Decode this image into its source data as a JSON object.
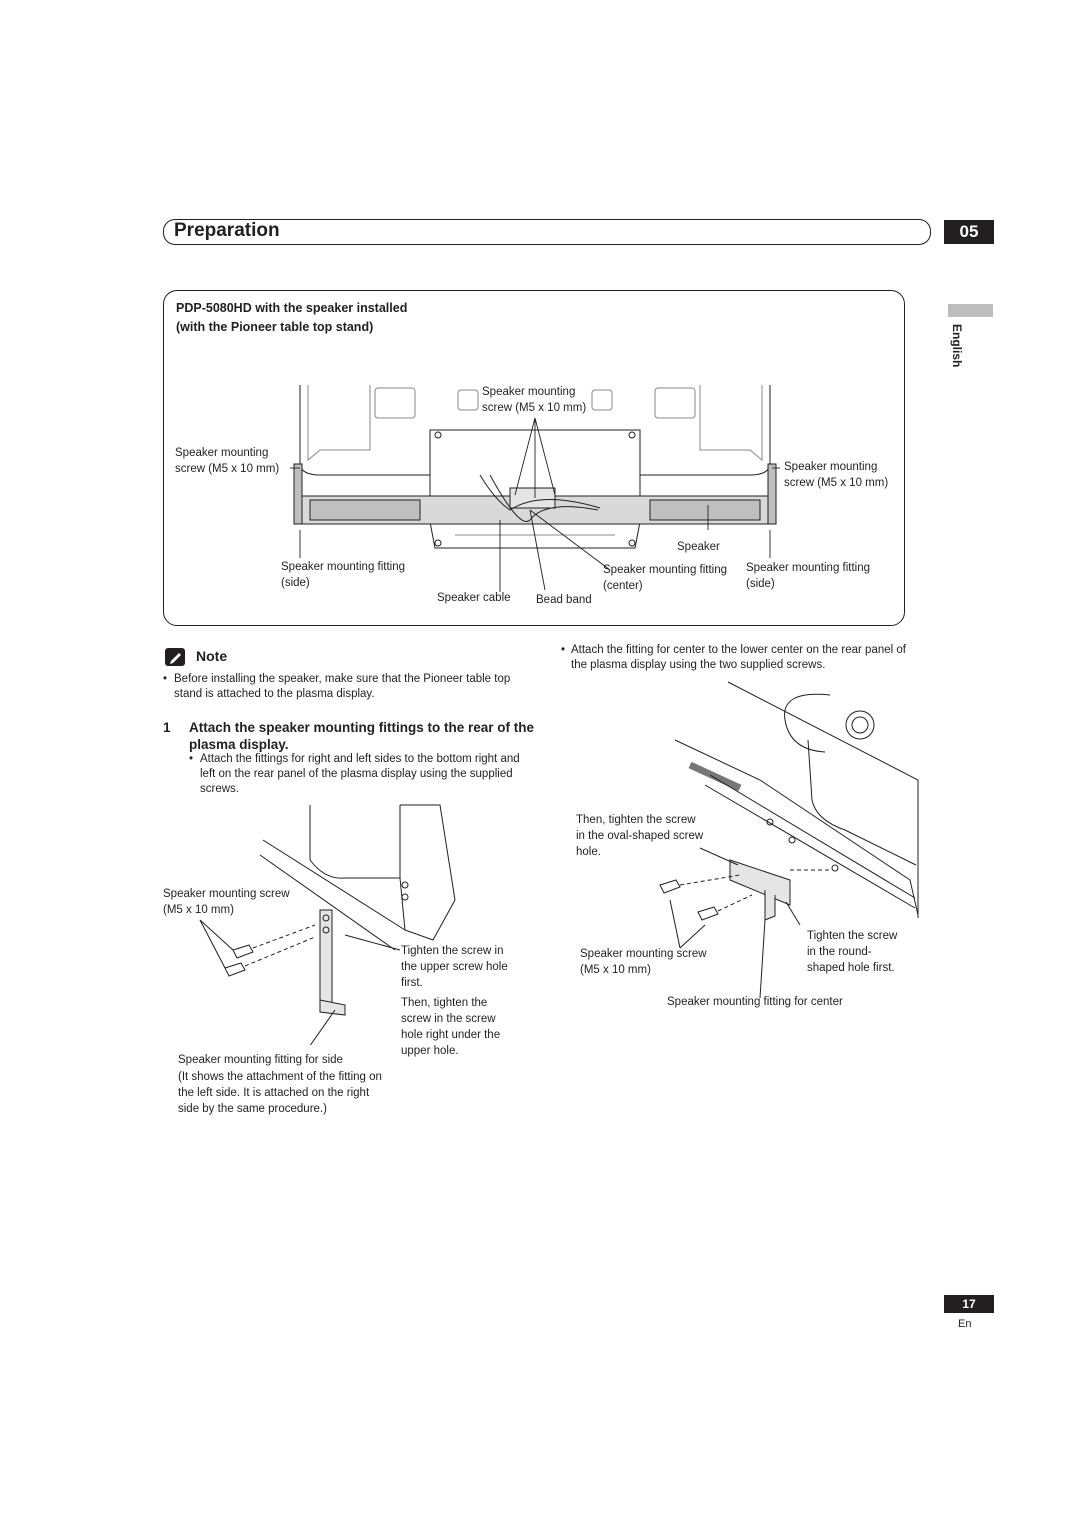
{
  "header": {
    "section_title": "Preparation",
    "chapter_number": "05"
  },
  "side_tab": {
    "language": "English"
  },
  "figure_top": {
    "caption_line1": "PDP-5080HD with the speaker installed",
    "caption_line2": "with the Pioneer table top stand)",
    "labels": {
      "screw_top_1": "Speaker mounting",
      "screw_top_2": "screw (M5 x 10 mm)",
      "screw_left_1": "Speaker mounting",
      "screw_left_2": "screw (M5 x 10 mm)",
      "screw_right_1": "Speaker mounting",
      "screw_right_2": "screw (M5 x 10 mm)",
      "speaker": "Speaker",
      "fitting_side_left_1": "Speaker mounting fitting",
      "fitting_side_left_2": "(side)",
      "speaker_cable": "Speaker cable",
      "bead_band": "Bead band",
      "fitting_center_1": "Speaker mounting fitting",
      "fitting_center_2": "(center)",
      "fitting_side_right_1": "Speaker mounting fitting",
      "fitting_side_right_2": "(side)"
    }
  },
  "note": {
    "title": "Note",
    "bullet": "Before installing the speaker, make sure that the Pioneer table top stand is attached to the plasma display."
  },
  "step1": {
    "number": "1",
    "heading": "Attach the speaker mounting fittings to the rear of the plasma display.",
    "bullet": "Attach the fittings for right and left sides to the bottom right and left on the rear panel of the plasma display using the supplied screws."
  },
  "figure_side": {
    "screw_1": "Speaker mounting screw",
    "screw_2": "(M5 x 10 mm)",
    "tighten_upper_1": "Tighten the screw in",
    "tighten_upper_2": "the upper screw hole",
    "tighten_upper_3": "first.",
    "then_1": "Then, tighten the",
    "then_2": "screw in the screw",
    "then_3": "hole right under the",
    "then_4": "upper hole.",
    "fitting_side": "Speaker mounting fitting for side",
    "note_1": "(It shows the attachment of the fitting on",
    "note_2": "the left side. It is attached on the right",
    "note_3": "side by the same procedure.)"
  },
  "right_column": {
    "bullet": "Attach the fitting for center to the lower center on the rear panel of the plasma display using the two supplied screws."
  },
  "figure_center": {
    "then_1": "Then, tighten the screw",
    "then_2": "in the oval-shaped screw",
    "then_3": "hole.",
    "tighten_1": "Tighten the screw",
    "tighten_2": "in the round-",
    "tighten_3": "shaped hole first.",
    "screw_1": "Speaker mounting screw",
    "screw_2": "(M5 x 10 mm)",
    "fitting_center": "Speaker mounting fitting for center"
  },
  "footer": {
    "page_number": "17",
    "page_lang": "En"
  }
}
